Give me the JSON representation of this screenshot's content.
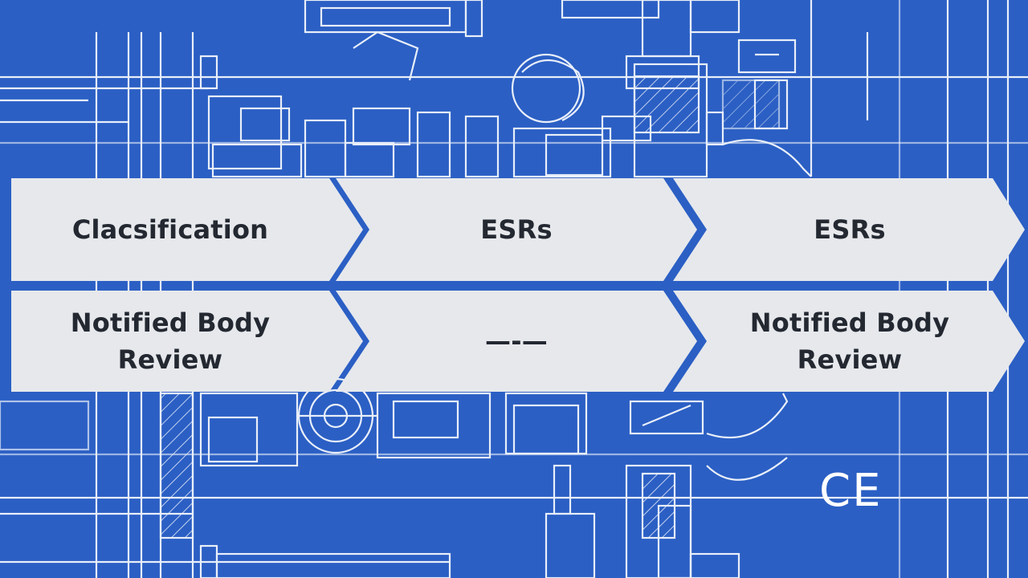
{
  "colors": {
    "background": "#2b5fc4",
    "line": "#ffffff",
    "panel": "#e6e8ec",
    "text": "#232831"
  },
  "flow": {
    "row1": [
      {
        "label": "Clacsification"
      },
      {
        "label": "ESRs"
      },
      {
        "label": "ESRs"
      }
    ],
    "row2": [
      {
        "label": "Notified Body Review"
      },
      {
        "label": "—-—"
      },
      {
        "label": "Notified Body Review"
      }
    ]
  },
  "mark": {
    "text": "CE"
  }
}
